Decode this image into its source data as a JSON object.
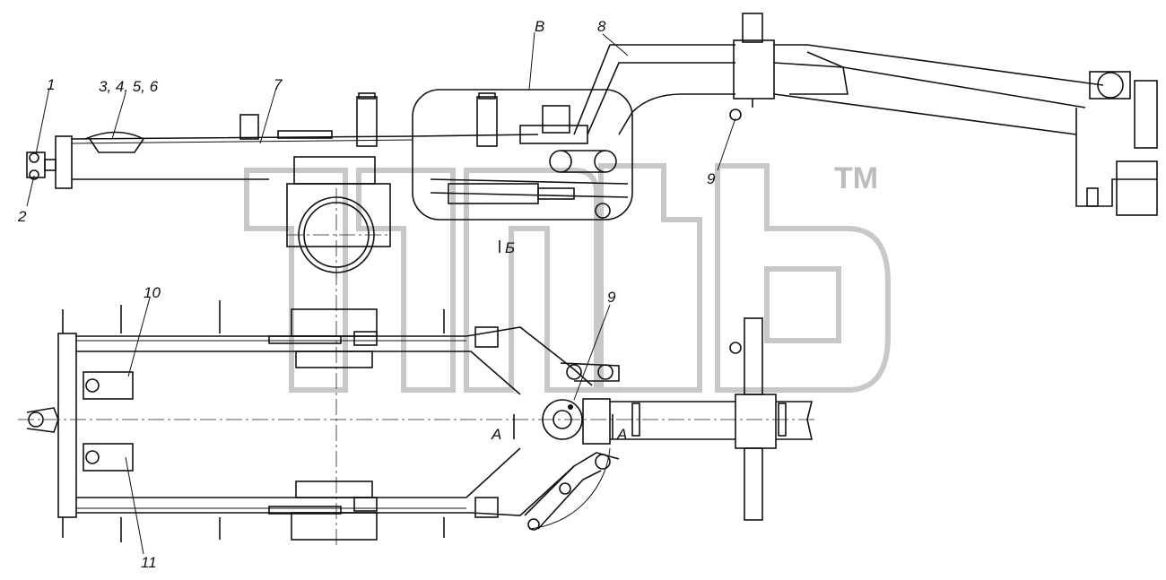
{
  "drawing": {
    "callouts": {
      "c1": "1",
      "c2": "2",
      "c3456": "3, 4, 5, 6",
      "c7": "7",
      "c8": "8",
      "c9_top": "9",
      "c9_bottom": "9",
      "c10": "10",
      "c11": "11"
    },
    "section_marks": {
      "view_v": "В",
      "view_b": "Б",
      "section_a_left": "А",
      "section_a_right": "А"
    },
    "watermark": {
      "trademark": "TM"
    }
  }
}
